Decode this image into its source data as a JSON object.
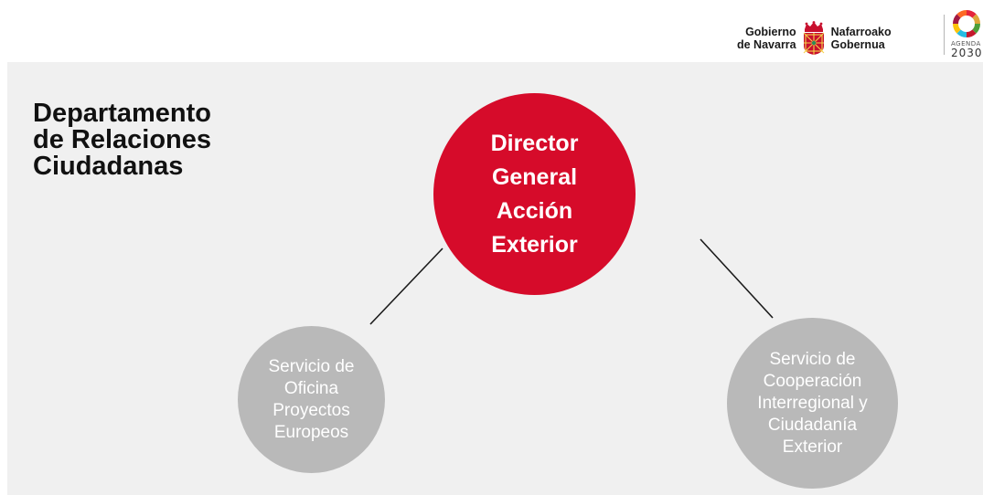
{
  "header": {
    "gov_left_line1": "Gobierno",
    "gov_left_line2": "de Navarra",
    "gov_right_line1": "Nafarroako",
    "gov_right_line2": "Gobernua",
    "agenda_label": "AGENDA",
    "agenda_year": "2030"
  },
  "title": {
    "line1": "Departamento",
    "line2": "de Relaciones",
    "line3": "Ciudadanas"
  },
  "nodes": {
    "main": {
      "lines": [
        "Director",
        "General",
        "Acción",
        "Exterior"
      ],
      "color": "#d60b2a"
    },
    "left": {
      "lines": [
        "Servicio de",
        "Oficina",
        "Proyectos",
        "Europeos"
      ],
      "color": "#b9b9b9"
    },
    "right": {
      "lines": [
        "Servicio de",
        "Cooperación",
        "Interregional y",
        "Ciudadanía",
        "Exterior"
      ],
      "color": "#b9b9b9"
    }
  },
  "colors": {
    "background_panel": "#f0f0f0",
    "connector": "#1a1a1a",
    "brand_red": "#d60b2a"
  }
}
